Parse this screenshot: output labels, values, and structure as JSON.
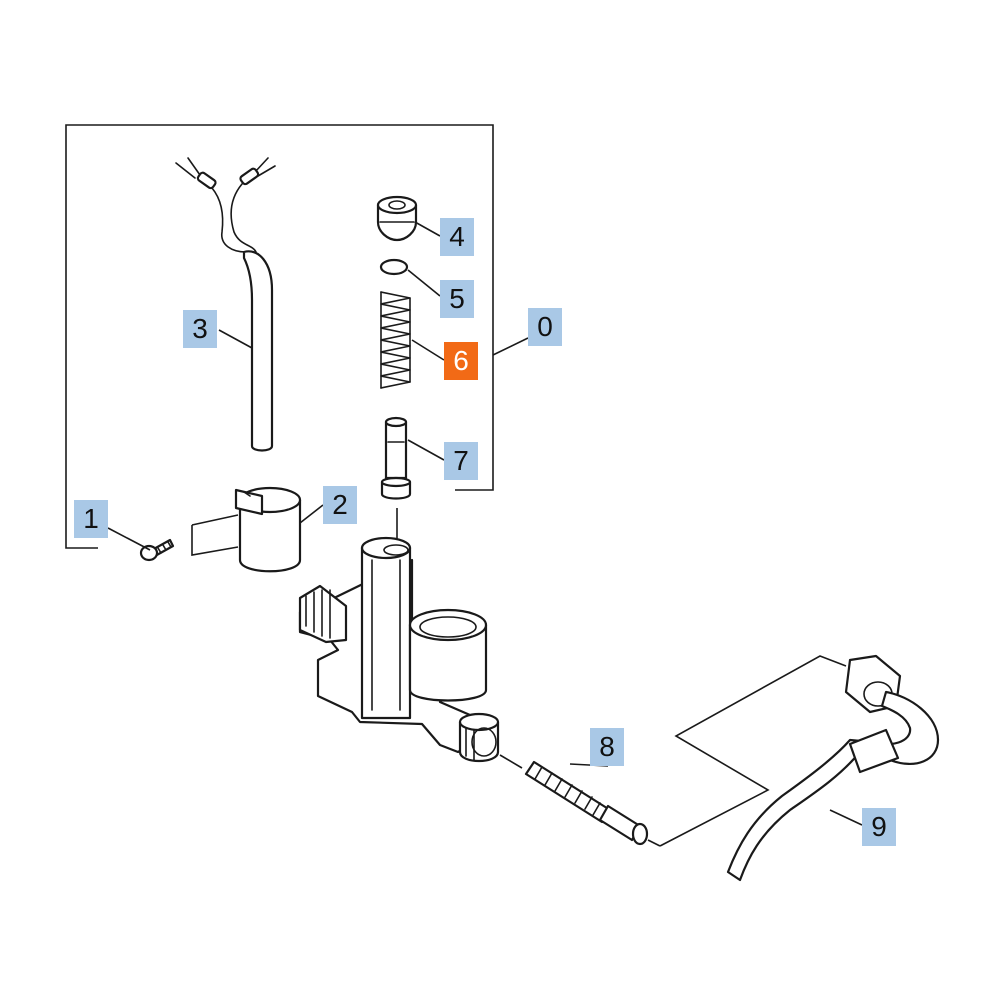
{
  "callouts": [
    {
      "number": "0",
      "highlighted": false
    },
    {
      "number": "1",
      "highlighted": false
    },
    {
      "number": "2",
      "highlighted": false
    },
    {
      "number": "3",
      "highlighted": false
    },
    {
      "number": "4",
      "highlighted": false
    },
    {
      "number": "5",
      "highlighted": false
    },
    {
      "number": "6",
      "highlighted": true
    },
    {
      "number": "7",
      "highlighted": false
    },
    {
      "number": "8",
      "highlighted": false
    },
    {
      "number": "9",
      "highlighted": false
    }
  ],
  "colors": {
    "callout_fill": "#a9c8e6",
    "highlight_fill": "#f26a16",
    "highlight_text": "#ffffff",
    "line": "#1a1a1a"
  }
}
